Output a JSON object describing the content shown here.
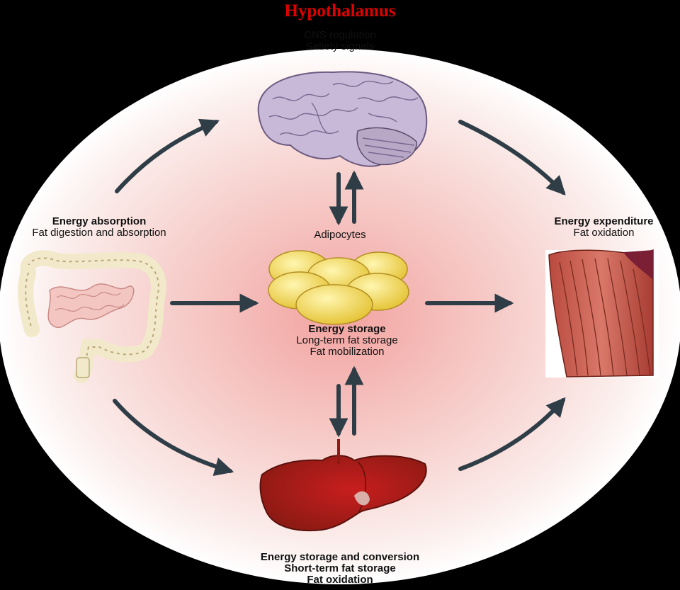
{
  "title": "Hypothalamus",
  "brain": {
    "line1": "CNS regulation",
    "line2": "Satiety signals"
  },
  "absorption": {
    "heading": "Energy absorption",
    "sub": "Fat digestion and absorption"
  },
  "expenditure": {
    "heading": "Energy expenditure",
    "sub": "Fat oxidation"
  },
  "adipocytes": {
    "label": "Adipocytes",
    "heading": "Energy storage",
    "line1": "Long-term fat storage",
    "line2": "Fat mobilization"
  },
  "liver": {
    "heading": "Energy storage and conversion",
    "line1": "Short-term fat storage",
    "line2": "Fat oxidation"
  },
  "colors": {
    "title": "#e00000",
    "arrow": "#2f3d47",
    "background": "#000000"
  },
  "icons": [
    "brain-icon",
    "intestine-icon",
    "adipocytes-icon",
    "muscle-icon",
    "liver-icon"
  ]
}
